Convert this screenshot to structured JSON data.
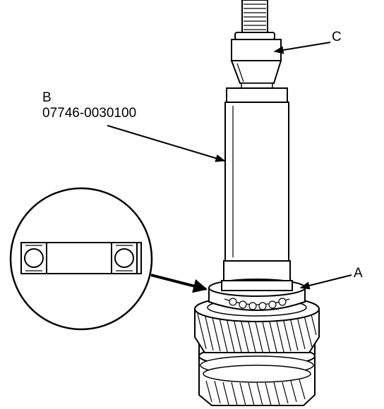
{
  "callouts": {
    "a": {
      "letter": "A"
    },
    "b": {
      "letter": "B",
      "part_number": "07746-0030100"
    },
    "c": {
      "letter": "C"
    }
  }
}
